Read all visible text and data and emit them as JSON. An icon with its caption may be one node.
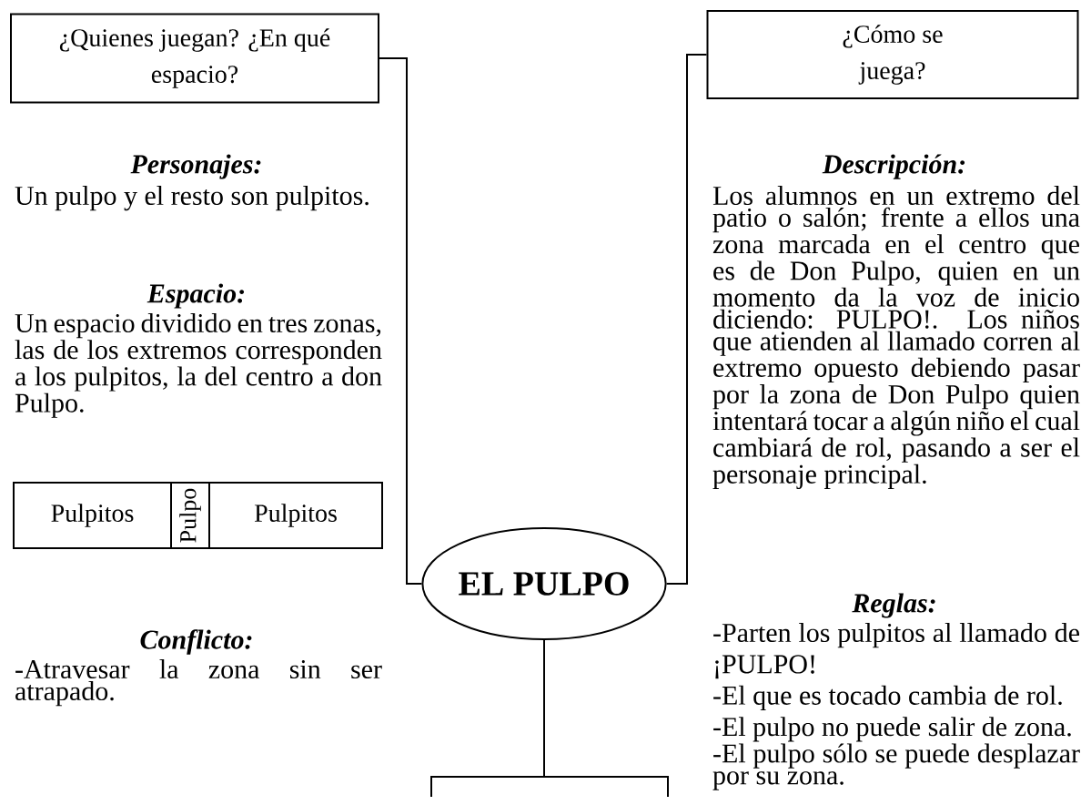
{
  "diagram": {
    "nodes": [
      {
        "text": [
          "¿Quienes juegan? ¿En qué espacio?"
        ]
      },
      {
        "text": [
          "¿Cómo se juega?"
        ]
      },
      {
        "text": [
          "EL PULPO"
        ]
      },
      {
        "text": [
          "Pulpitos"
        ]
      },
      {
        "text": [
          "Pulpo"
        ]
      },
      {
        "text": [
          "Pulpitos"
        ]
      }
    ],
    "edges": [
      {
        "from": 0,
        "to": 2,
        "arrow": "none"
      },
      {
        "from": 1,
        "to": 2,
        "arrow": "none"
      },
      {
        "from": 2,
        "to": null,
        "arrow": "none"
      }
    ],
    "labels": [
      "Personajes:",
      "Un pulpo y el resto son pulpitos.",
      "Espacio:",
      "Un espacio dividido en tres zonas, las de los extremos corresponden a los pulpitos, la del centro a don Pulpo.",
      "Conflicto:",
      "-Atravesar la zona sin ser atrapado.",
      "Descripción:",
      "Los alumnos en un extremo del patio o salón; frente a ellos una zona marcada en el centro que es de Don Pulpo, quien en un momento da la voz de inicio diciendo: PULPO!. Los niños que atienden al llamado corren al extremo opuesto debiendo pasar por la zona de Don Pulpo quien intentará tocar a algún niño el cual cambiará de rol, pasando a ser el personaje principal.",
      "Reglas:",
      "-Parten los pulpitos al llamado de ¡PULPO!",
      "-El que es tocado cambia de rol.",
      "-El pulpo no puede salir de zona.",
      "-El pulpo sólo se puede desplazar por su zona."
    ]
  }
}
